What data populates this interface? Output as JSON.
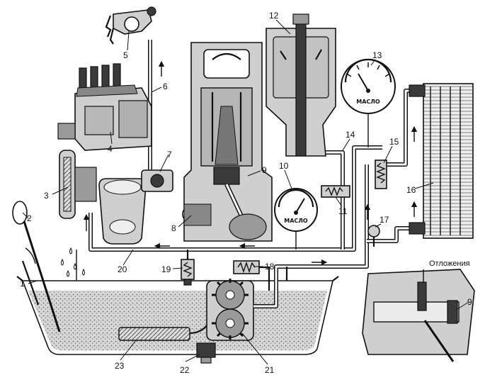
{
  "gauges": [
    {
      "id": "gauge-13",
      "label": "МАСЛО"
    },
    {
      "id": "gauge-10",
      "label": "МАСЛО"
    }
  ],
  "inset": {
    "caption": "Отложения"
  },
  "callouts": [
    {
      "n": "1"
    },
    {
      "n": "2"
    },
    {
      "n": "3"
    },
    {
      "n": "4"
    },
    {
      "n": "5"
    },
    {
      "n": "6"
    },
    {
      "n": "7"
    },
    {
      "n": "8"
    },
    {
      "n": "9"
    },
    {
      "n": "10"
    },
    {
      "n": "11"
    },
    {
      "n": "12"
    },
    {
      "n": "13"
    },
    {
      "n": "14"
    },
    {
      "n": "15"
    },
    {
      "n": "16"
    },
    {
      "n": "17"
    },
    {
      "n": "18"
    },
    {
      "n": "19"
    },
    {
      "n": "20"
    },
    {
      "n": "21"
    },
    {
      "n": "22"
    },
    {
      "n": "23"
    },
    {
      "n": "9"
    }
  ]
}
